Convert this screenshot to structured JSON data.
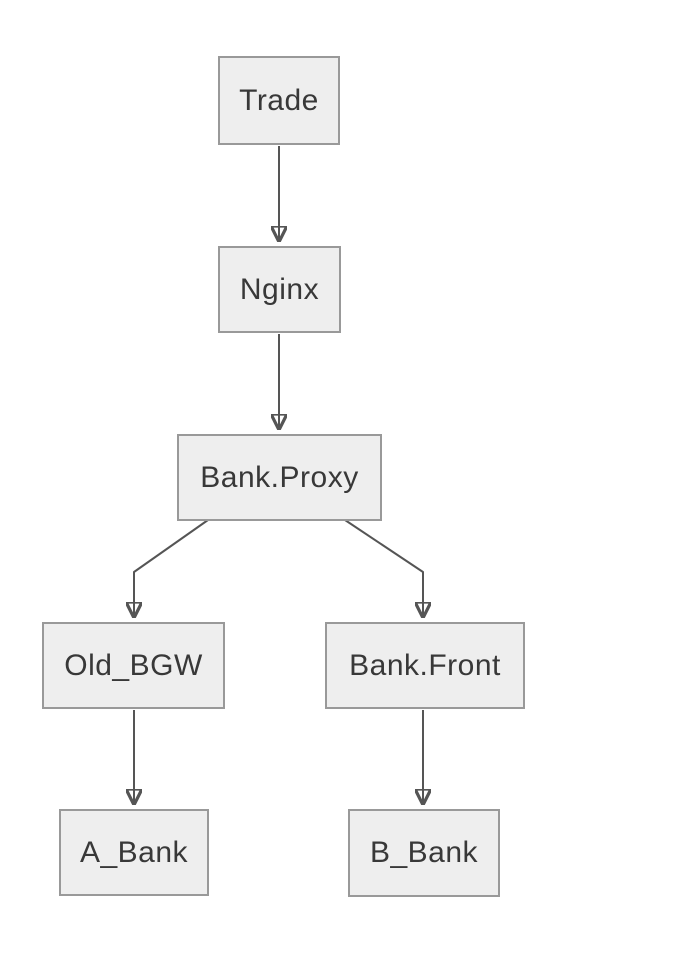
{
  "diagram": {
    "type": "flowchart",
    "direction": "top-down",
    "nodes": [
      {
        "id": "trade",
        "label": "Trade"
      },
      {
        "id": "nginx",
        "label": "Nginx"
      },
      {
        "id": "bank_proxy",
        "label": "Bank.Proxy"
      },
      {
        "id": "old_bgw",
        "label": "Old_BGW"
      },
      {
        "id": "bank_front",
        "label": "Bank.Front"
      },
      {
        "id": "a_bank",
        "label": "A_Bank"
      },
      {
        "id": "b_bank",
        "label": "B_Bank"
      }
    ],
    "edges": [
      {
        "from": "trade",
        "to": "nginx"
      },
      {
        "from": "nginx",
        "to": "bank_proxy"
      },
      {
        "from": "bank_proxy",
        "to": "old_bgw"
      },
      {
        "from": "bank_proxy",
        "to": "bank_front"
      },
      {
        "from": "old_bgw",
        "to": "a_bank"
      },
      {
        "from": "bank_front",
        "to": "b_bank"
      }
    ],
    "colors": {
      "background": "#ffffff",
      "node_fill": "#eeeeee",
      "node_border": "#999999",
      "node_text": "#383838",
      "edge_line": "#555555",
      "arrowhead": "#111111"
    }
  }
}
